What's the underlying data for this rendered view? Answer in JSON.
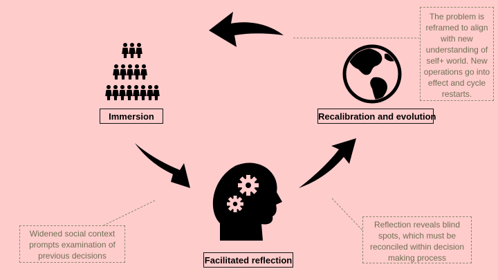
{
  "stages": {
    "immersion": "Immersion",
    "reflection": "Facilitated reflection",
    "recalibration": "Recalibration and evolution"
  },
  "notes": {
    "immersion": "Widened social context prompts examination of previous decisions",
    "reflection": "Reflection reveals blind spots, which must be reconciled within decision making process",
    "recalibration": "The problem is reframed to align with new understanding of self+ world. New operations go into effect and cycle restarts."
  },
  "icons": {
    "immersion": "crowd-pyramid-icon",
    "reflection": "head-with-gears-icon",
    "recalibration": "globe-americas-icon"
  },
  "colors": {
    "background": "#ffcccc",
    "ink": "#000000",
    "note_text": "#6f6f52",
    "note_border": "#8a8a6a"
  }
}
